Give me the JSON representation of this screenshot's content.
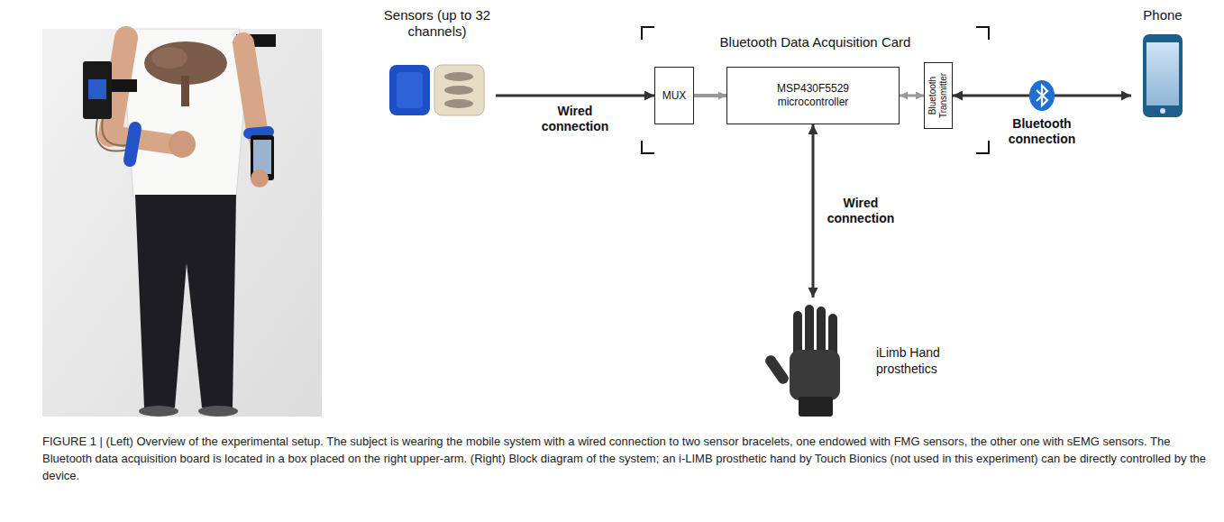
{
  "diagram": {
    "caption": "FIGURE 1 | (Left) Overview of the experimental setup. The subject is wearing the mobile system with a wired connection to two sensor bracelets, one endowed with FMG sensors, the other one with sEMG sensors. The Bluetooth data acquisition board is located in a box placed on the right upper-arm. (Right) Block diagram of the system; an i-LIMB prosthetic hand by Touch Bionics (not used in this experiment) can be directly controlled by the device.",
    "nodes": [
      {
        "text": [
          "Sensors (up to 32 channels)"
        ]
      },
      {
        "text": [
          "Bluetooth Data Acquisition Card"
        ]
      },
      {
        "text": [
          "MUX"
        ],
        "in": 1
      },
      {
        "text": [
          "MSP430F5529 microcontroller"
        ],
        "in": 1
      },
      {
        "text": [
          "Bluetooth Transmitter"
        ],
        "in": 1
      },
      {
        "text": [
          "Phone"
        ]
      },
      {
        "text": [
          "iLimb Hand prosthetics"
        ]
      }
    ],
    "edges": [
      {
        "from": 0,
        "to": 2,
        "arrow": "to",
        "label": "Wired connection"
      },
      {
        "from": 2,
        "to": 3,
        "arrow": "to"
      },
      {
        "from": 3,
        "to": 4,
        "arrow": "both"
      },
      {
        "from": 4,
        "to": 5,
        "arrow": "both",
        "label": "Bluetooth connection"
      },
      {
        "from": 3,
        "to": 6,
        "arrow": "both",
        "label": "Wired connection"
      }
    ]
  }
}
